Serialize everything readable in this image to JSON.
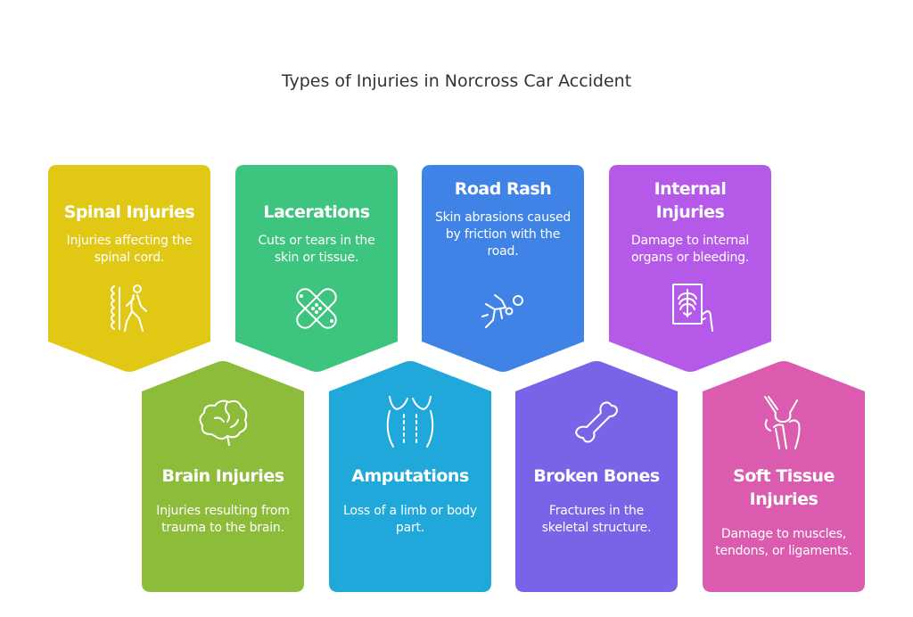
{
  "title": "Types of Injuries in Norcross Car Accident",
  "cards": [
    {
      "heading": "Spinal Injuries",
      "desc": "Injuries affecting the spinal cord.",
      "color": "#E0C814",
      "icon": "spine-icon"
    },
    {
      "heading": "Lacerations",
      "desc": "Cuts or tears in the skin or tissue.",
      "color": "#3DC47E",
      "icon": "bandage-icon"
    },
    {
      "heading": "Road Rash",
      "desc": "Skin abrasions caused by friction with the road.",
      "color": "#3F83E6",
      "icon": "falling-person-icon"
    },
    {
      "heading": "Internal Injuries",
      "desc": "Damage to internal organs or bleeding.",
      "color": "#B55AE8",
      "icon": "xray-icon"
    },
    {
      "heading": "Brain Injuries",
      "desc": "Injuries resulting from trauma to the brain.",
      "color": "#8DBB3A",
      "icon": "brain-icon"
    },
    {
      "heading": "Amputations",
      "desc": "Loss of a limb or body part.",
      "color": "#21A8DA",
      "icon": "limb-icon"
    },
    {
      "heading": "Broken Bones",
      "desc": "Fractures in the skeletal structure.",
      "color": "#7B63E8",
      "icon": "bone-icon"
    },
    {
      "heading": "Soft Tissue Injuries",
      "desc": "Damage to muscles, tendons, or ligaments.",
      "color": "#DB5BAF",
      "icon": "knee-joint-icon"
    }
  ]
}
